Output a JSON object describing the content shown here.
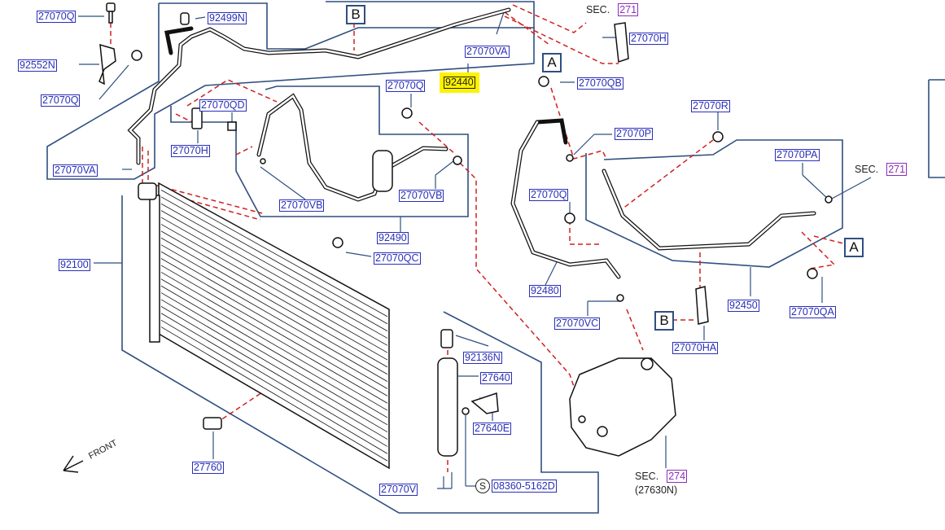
{
  "diagram": {
    "part_labels": {
      "p27070Q_a": "27070Q",
      "p92499N": "92499N",
      "p27070H_a": "27070H",
      "p92552N": "92552N",
      "p27070VA_a": "27070VA",
      "p92440": "92440",
      "p27070QB": "27070QB",
      "p27070Q_b": "27070Q",
      "p27070QD": "27070QD",
      "p27070Q_c": "27070Q",
      "p27070R": "27070R",
      "p27070P": "27070P",
      "p27070H_b": "27070H",
      "p27070PA": "27070PA",
      "p27070VA_b": "27070VA",
      "p27070VB_a": "27070VB",
      "p27070VB_b": "27070VB",
      "p27070Q_d": "27070Q",
      "p92490": "92490",
      "p27070QC": "27070QC",
      "p92100": "92100",
      "p92480": "92480",
      "p92450": "92450",
      "p27070QA": "27070QA",
      "p27070VC": "27070VC",
      "p27070HA": "27070HA",
      "p92136N": "92136N",
      "p27640": "27640",
      "p27640E": "27640E",
      "p27760": "27760",
      "p27070V": "27070V",
      "p08360": "08360-5162D"
    },
    "ref_boxes": {
      "a": "A",
      "b": "B"
    },
    "sections": {
      "sec_word": "SEC.",
      "sec271": "271",
      "sec274": "274",
      "sec274_sub": "(27630N)"
    },
    "s_mark": "S",
    "front": "FRONT",
    "highlighted_part": "92440",
    "colors": {
      "callout": "#2a2fb8",
      "outline": "#2f4f7f",
      "dashed": "#d02020",
      "highlight": "#fff200"
    }
  }
}
